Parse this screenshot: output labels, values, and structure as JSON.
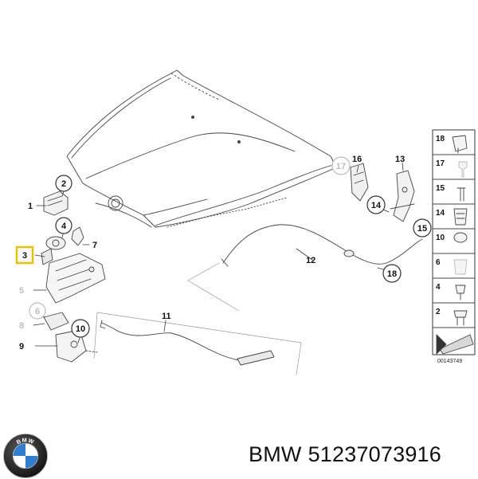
{
  "diagram": {
    "callouts": [
      {
        "id": "1",
        "text": "1"
      },
      {
        "id": "2",
        "text": "2"
      },
      {
        "id": "3",
        "text": "3"
      },
      {
        "id": "4",
        "text": "4"
      },
      {
        "id": "5",
        "text": "5"
      },
      {
        "id": "6",
        "text": "6"
      },
      {
        "id": "7",
        "text": "7"
      },
      {
        "id": "9",
        "text": "9"
      },
      {
        "id": "10",
        "text": "10"
      },
      {
        "id": "11",
        "text": "11"
      },
      {
        "id": "12",
        "text": "12"
      },
      {
        "id": "13",
        "text": "13"
      },
      {
        "id": "14",
        "text": "14"
      },
      {
        "id": "15",
        "text": "15"
      },
      {
        "id": "16",
        "text": "16"
      },
      {
        "id": "17",
        "text": "17"
      },
      {
        "id": "18",
        "text": "18"
      }
    ],
    "highlighted_callout": "3",
    "faded_callouts": [
      "5",
      "6",
      "17"
    ],
    "side_panel": {
      "items": [
        "18",
        "17",
        "15",
        "14",
        "10",
        "6",
        "4",
        "2"
      ],
      "faded_items": [
        "17",
        "6"
      ]
    },
    "diagram_id": "00143749",
    "colors": {
      "line": "#333333",
      "faded": "#bdbdbd",
      "highlight": "#e8c200",
      "fill": "#f7f7f7"
    }
  },
  "caption": {
    "brand": "BMW",
    "part_number": "51237073916"
  },
  "logo": {
    "icon": "bmw-roundel-icon",
    "letters": "BMW"
  }
}
